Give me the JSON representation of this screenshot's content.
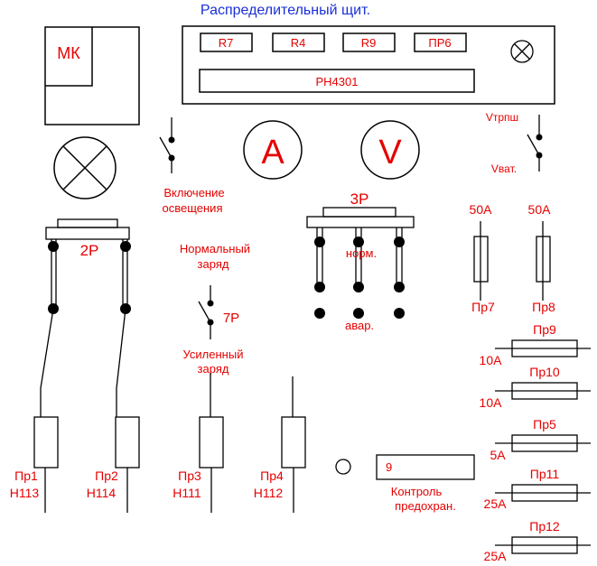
{
  "title": "Распределительный щит.",
  "colors": {
    "label": "#e60000",
    "title": "#1a2fd8",
    "line": "#000000"
  },
  "mk": {
    "label": "МК"
  },
  "panel": {
    "relays": [
      "R7",
      "R4",
      "R9",
      "ПР6"
    ],
    "instrument": "PH4301",
    "lamp_icon": "lamp-cross-icon"
  },
  "meters": {
    "ammeter": "A",
    "voltmeter": "V"
  },
  "switches": {
    "lighting": {
      "line1": "Включение",
      "line2": "освещения"
    },
    "voltage": {
      "top": "Vтрпш",
      "bottom": "Vват."
    },
    "charge_7p": {
      "label": "7Р",
      "top1": "Нормальный",
      "top2": "заряд",
      "bot1": "Усиленный",
      "bot2": "заряд"
    }
  },
  "relay_2p": {
    "label": "2Р"
  },
  "relay_3p": {
    "label": "3Р",
    "norm": "норм.",
    "avar": "авар."
  },
  "fuses_top": [
    {
      "rating": "50А",
      "name": "Пр7"
    },
    {
      "rating": "50А",
      "name": "Пр8"
    }
  ],
  "fuses_bottom": [
    {
      "name": "Пр1",
      "wire": "Н113"
    },
    {
      "name": "Пр2",
      "wire": "Н114"
    },
    {
      "name": "Пр3",
      "wire": "Н111"
    },
    {
      "name": "Пр4",
      "wire": "Н112"
    }
  ],
  "fuses_right": [
    {
      "name": "Пр9",
      "rating": "10А"
    },
    {
      "name": "Пр10",
      "rating": "10А"
    },
    {
      "name": "Пр5",
      "rating": "5А"
    },
    {
      "name": "Пр11",
      "rating": "25А"
    },
    {
      "name": "Пр12",
      "rating": "25А"
    }
  ],
  "fuse_control": {
    "value": "9",
    "line1": "Контроль",
    "line2": "предохран."
  }
}
